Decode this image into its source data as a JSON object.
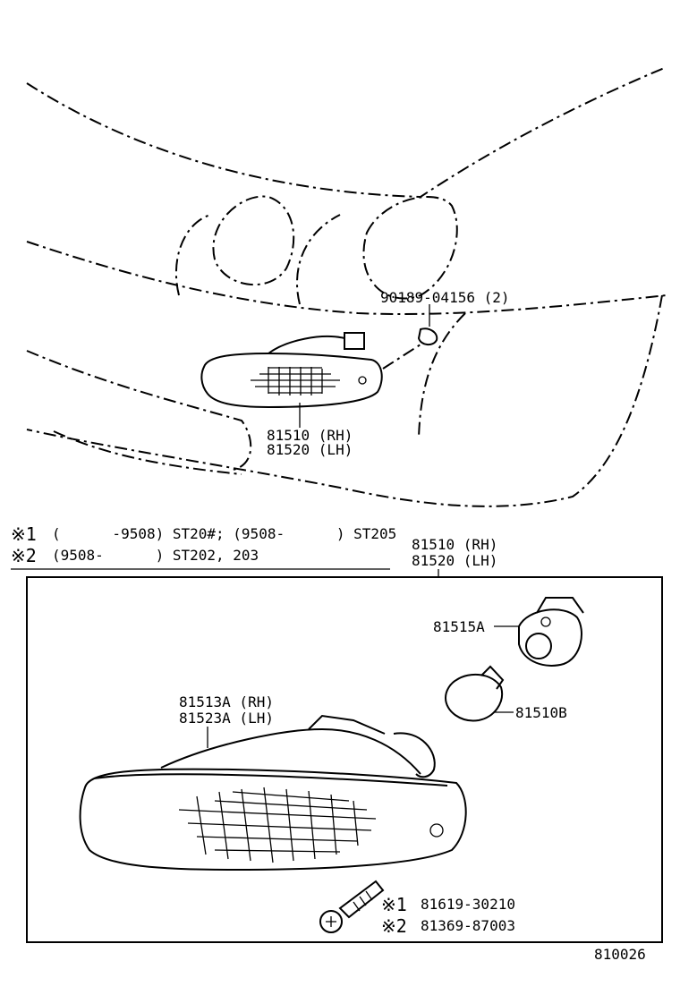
{
  "callouts": {
    "clip": "90189-04156 (2)",
    "lamp_rh_top": "81510 (RH)",
    "lamp_lh_top": "81520 (LH)",
    "assy_rh": "81510 (RH)",
    "assy_lh": "81520 (LH)",
    "socket": "81515A",
    "bulb": "81510B",
    "lens_rh": "81513A (RH)",
    "lens_lh": "81523A (LH)"
  },
  "notes": {
    "note1_mark": "※1",
    "note1_text": "(      -9508) ST20#; (9508-      ) ST205",
    "note2_mark": "※2",
    "note2_text": "(9508-      ) ST202, 203"
  },
  "screw_parts": {
    "p1_mark": "※1",
    "p1_num": "81619-30210",
    "p2_mark": "※2",
    "p2_num": "81369-87003"
  },
  "diagram_id": "810026"
}
